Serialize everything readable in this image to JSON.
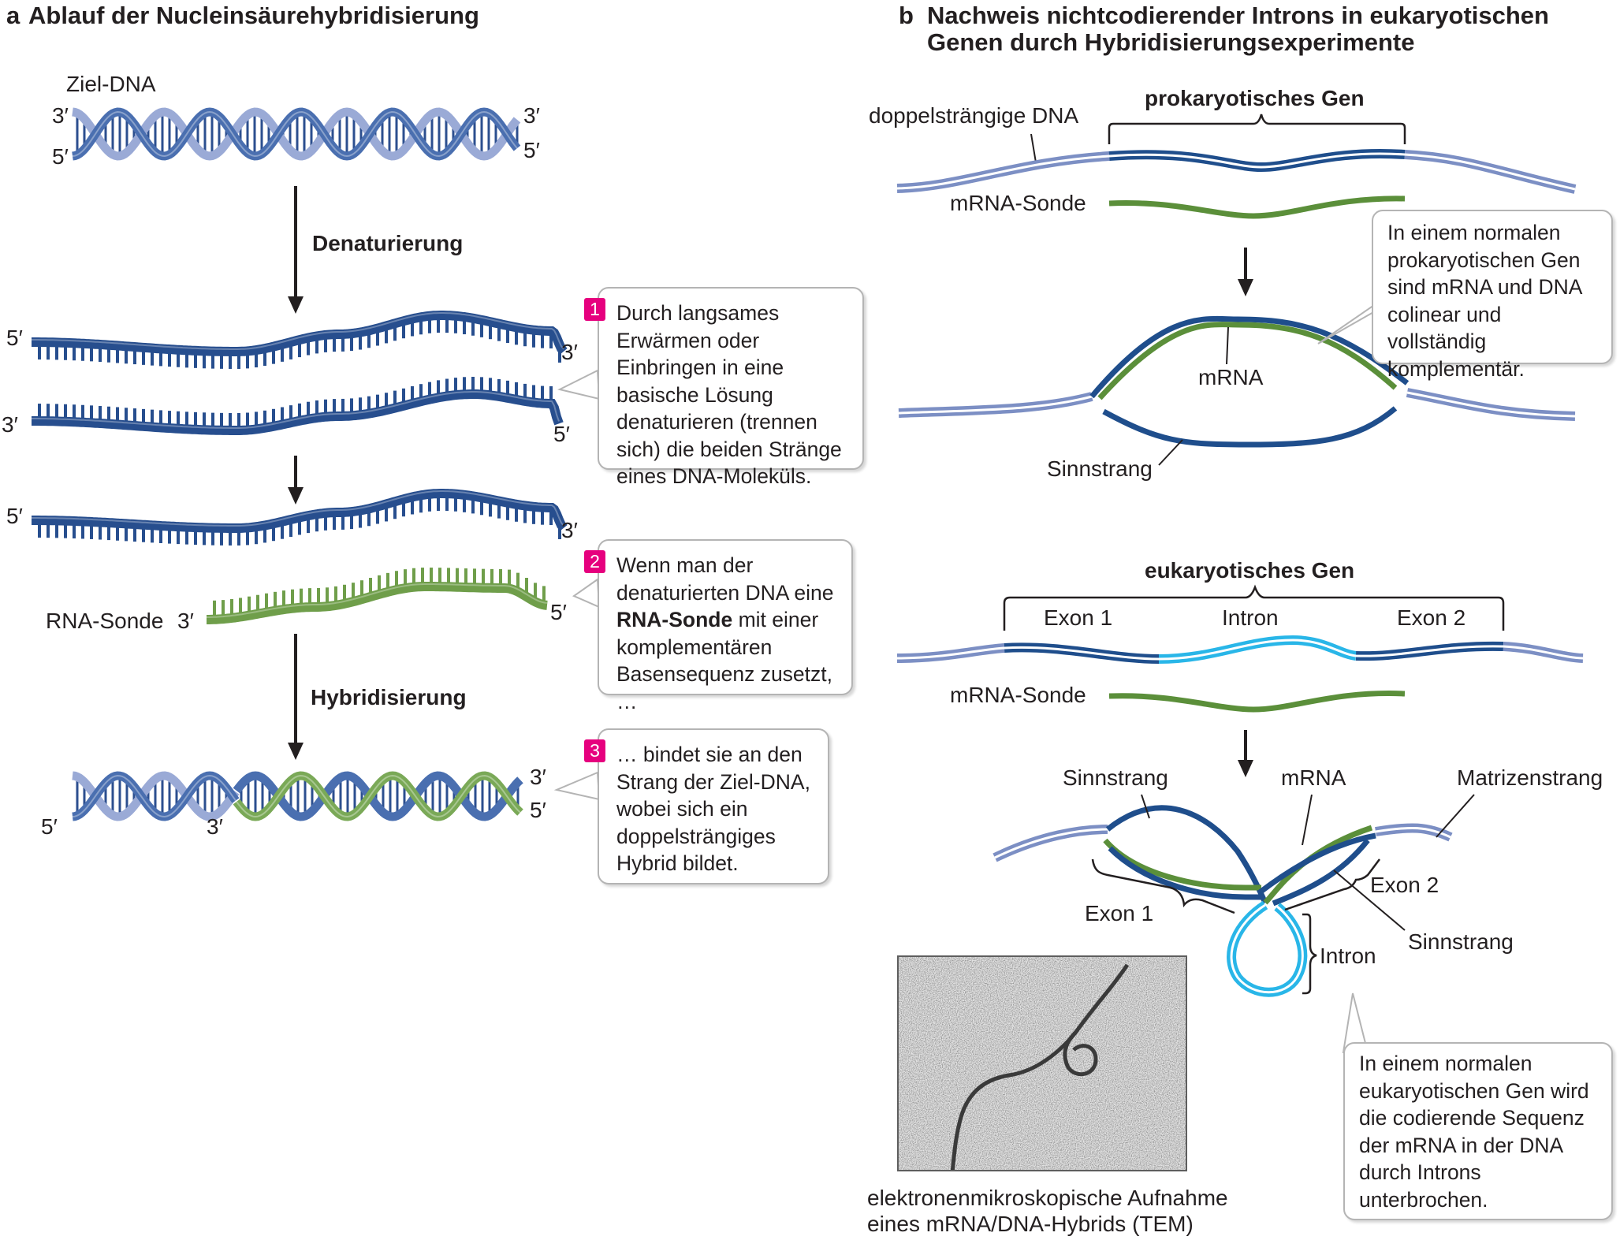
{
  "panel_a": {
    "letter": "a",
    "title": "Ablauf der Nucleinsäurehybridisierung",
    "target_dna_label": "Ziel-DNA",
    "prime3": "3′",
    "prime5": "5′",
    "denaturation_label": "Denaturierung",
    "hybridization_label": "Hybridisierung",
    "rna_probe_label": "RNA-Sonde",
    "steps": [
      {
        "num": "1",
        "text": "Durch langsames Erwärmen oder Einbringen in eine basische Lösung denaturieren (trennen sich) die beiden Stränge eines DNA-Moleküls."
      },
      {
        "num": "2",
        "text_before": "Wenn man der denaturierten DNA eine ",
        "text_bold": "RNA-Sonde",
        "text_after": " mit einer komplementären Basensequenz zusetzt, …"
      },
      {
        "num": "3",
        "text": "… bindet sie an den Strang der Ziel-DNA, wobei sich ein doppelsträngiges Hybrid bildet."
      }
    ]
  },
  "panel_b": {
    "letter": "b",
    "title_line1": "Nachweis nichtcodierender Introns in eukaryotischen",
    "title_line2": "Genen durch Hybridisierungsexperimente",
    "ds_dna_label": "doppelsträngige DNA",
    "prokaryotic_gene_label": "prokaryotisches Gen",
    "mrna_probe_label": "mRNA-Sonde",
    "mrna_label": "mRNA",
    "sense_strand_label": "Sinnstrang",
    "prok_note": "In einem normalen prokaryotischen Gen sind mRNA und DNA colinear und vollständig komplementär.",
    "eukaryotic_gene_label": "eukaryotisches Gen",
    "exon1_label": "Exon 1",
    "intron_label": "Intron",
    "exon2_label": "Exon 2",
    "template_strand_label": "Matrizenstrang",
    "euk_note": "In einem normalen eukaryotischen Gen wird die codierende Sequenz der mRNA in der DNA durch Introns unterbrochen.",
    "tem_caption_line1": "elektronenmikroskopische Aufnahme",
    "tem_caption_line2": "eines mRNA/DNA-Hybrids (TEM)"
  },
  "colors": {
    "dna_dark": "#1f4e8c",
    "dna_light": "#7c8fc4",
    "probe_green": "#5b8f3a",
    "intron_cyan": "#29b6e8",
    "step_badge": "#e6007e"
  }
}
